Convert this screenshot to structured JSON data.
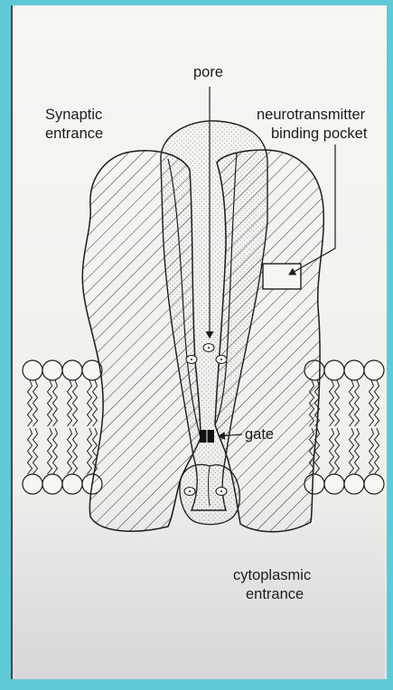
{
  "labels": {
    "pore": "pore",
    "synaptic_line1": "Synaptic",
    "synaptic_line2": "entrance",
    "nt_line1": "neurotransmitter",
    "nt_line2": "binding pocket",
    "gate": "gate",
    "cyto_line1": "cytoplasmic",
    "cyto_line2": "entrance"
  },
  "colors": {
    "border": "#5fc9d6",
    "paper": "#f6f6f3",
    "ink": "#1d1d1d"
  }
}
